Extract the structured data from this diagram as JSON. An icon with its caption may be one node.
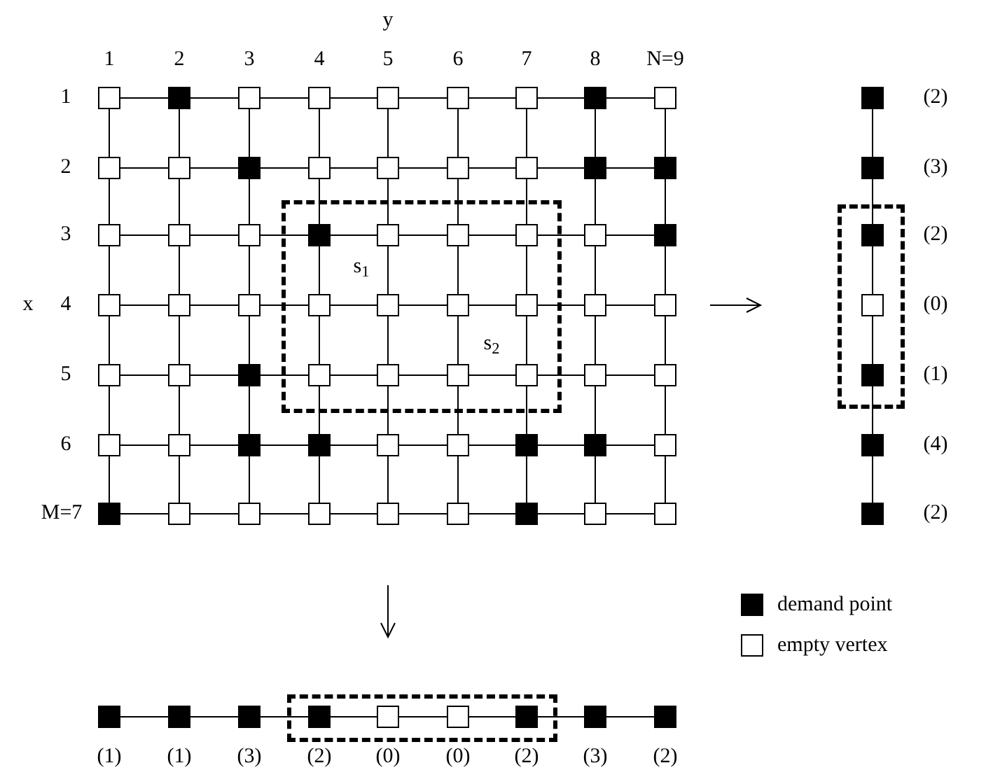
{
  "diagram": {
    "nodes": [
      {
        "text": [],
        "shape": "frame"
      },
      {
        "text": [],
        "shape": "box"
      },
      {
        "text": [],
        "shape": "block"
      },
      {
        "text": [],
        "shape": "box"
      },
      {
        "text": [],
        "shape": "box"
      },
      {
        "text": [],
        "shape": "box"
      },
      {
        "text": [],
        "shape": "box"
      },
      {
        "text": [],
        "shape": "box"
      },
      {
        "text": [],
        "shape": "block"
      },
      {
        "text": [],
        "shape": "box"
      },
      {
        "text": [],
        "shape": "box"
      },
      {
        "text": [],
        "shape": "box"
      },
      {
        "text": [],
        "shape": "block"
      },
      {
        "text": [],
        "shape": "box"
      },
      {
        "text": [],
        "shape": "box"
      },
      {
        "text": [],
        "shape": "box"
      },
      {
        "text": [],
        "shape": "box"
      },
      {
        "text": [],
        "shape": "block"
      },
      {
        "text": [],
        "shape": "block"
      },
      {
        "text": [],
        "shape": "box"
      },
      {
        "text": [],
        "shape": "box"
      },
      {
        "text": [],
        "shape": "box"
      },
      {
        "text": [],
        "shape": "block",
        "in": 0
      },
      {
        "text": [],
        "shape": "box",
        "in": 0
      },
      {
        "text": [],
        "shape": "box",
        "in": 0
      },
      {
        "text": [],
        "shape": "box",
        "in": 0
      },
      {
        "text": [],
        "shape": "box"
      },
      {
        "text": [],
        "shape": "block"
      },
      {
        "text": [],
        "shape": "box"
      },
      {
        "text": [],
        "shape": "box"
      },
      {
        "text": [],
        "shape": "box"
      },
      {
        "text": [],
        "shape": "box",
        "in": 0
      },
      {
        "text": [],
        "shape": "box",
        "in": 0
      },
      {
        "text": [],
        "shape": "box",
        "in": 0
      },
      {
        "text": [],
        "shape": "box",
        "in": 0
      },
      {
        "text": [],
        "shape": "box"
      },
      {
        "text": [],
        "shape": "box"
      },
      {
        "text": [],
        "shape": "box"
      },
      {
        "text": [],
        "shape": "box"
      },
      {
        "text": [],
        "shape": "block"
      },
      {
        "text": [],
        "shape": "box",
        "in": 0
      },
      {
        "text": [],
        "shape": "box",
        "in": 0
      },
      {
        "text": [],
        "shape": "box",
        "in": 0
      },
      {
        "text": [],
        "shape": "box",
        "in": 0
      },
      {
        "text": [],
        "shape": "box"
      },
      {
        "text": [],
        "shape": "box"
      },
      {
        "text": [],
        "shape": "box"
      },
      {
        "text": [],
        "shape": "box"
      },
      {
        "text": [],
        "shape": "block"
      },
      {
        "text": [],
        "shape": "block"
      },
      {
        "text": [],
        "shape": "box"
      },
      {
        "text": [],
        "shape": "box"
      },
      {
        "text": [],
        "shape": "block"
      },
      {
        "text": [],
        "shape": "block"
      },
      {
        "text": [],
        "shape": "box"
      },
      {
        "text": [],
        "shape": "block"
      },
      {
        "text": [],
        "shape": "box"
      },
      {
        "text": [],
        "shape": "box"
      },
      {
        "text": [],
        "shape": "box"
      },
      {
        "text": [],
        "shape": "box"
      },
      {
        "text": [],
        "shape": "box"
      },
      {
        "text": [],
        "shape": "block"
      },
      {
        "text": [],
        "shape": "box"
      },
      {
        "text": [],
        "shape": "box"
      },
      {
        "text": [],
        "shape": "frame"
      },
      {
        "text": [],
        "shape": "block"
      },
      {
        "text": [],
        "shape": "block"
      },
      {
        "text": [],
        "shape": "block",
        "in": 64
      },
      {
        "text": [],
        "shape": "box",
        "in": 64
      },
      {
        "text": [],
        "shape": "block",
        "in": 64
      },
      {
        "text": [],
        "shape": "block"
      },
      {
        "text": [],
        "shape": "block"
      },
      {
        "text": [],
        "shape": "frame"
      },
      {
        "text": [],
        "shape": "block"
      },
      {
        "text": [],
        "shape": "block"
      },
      {
        "text": [],
        "shape": "block"
      },
      {
        "text": [],
        "shape": "block",
        "in": 72
      },
      {
        "text": [],
        "shape": "box",
        "in": 72
      },
      {
        "text": [],
        "shape": "box",
        "in": 72
      },
      {
        "text": [],
        "shape": "block",
        "in": 72
      },
      {
        "text": [],
        "shape": "block"
      },
      {
        "text": [],
        "shape": "block"
      }
    ],
    "edges": [
      {
        "from": 1,
        "to": 2,
        "arrow": "none"
      },
      {
        "from": 2,
        "to": 3,
        "arrow": "none"
      },
      {
        "from": 3,
        "to": 4,
        "arrow": "none"
      },
      {
        "from": 4,
        "to": 5,
        "arrow": "none"
      },
      {
        "from": 5,
        "to": 6,
        "arrow": "none"
      },
      {
        "from": 6,
        "to": 7,
        "arrow": "none"
      },
      {
        "from": 7,
        "to": 8,
        "arrow": "none"
      },
      {
        "from": 8,
        "to": 9,
        "arrow": "none"
      },
      {
        "from": 10,
        "to": 11,
        "arrow": "none"
      },
      {
        "from": 11,
        "to": 12,
        "arrow": "none"
      },
      {
        "from": 12,
        "to": 13,
        "arrow": "none"
      },
      {
        "from": 13,
        "to": 14,
        "arrow": "none"
      },
      {
        "from": 14,
        "to": 15,
        "arrow": "none"
      },
      {
        "from": 15,
        "to": 16,
        "arrow": "none"
      },
      {
        "from": 16,
        "to": 17,
        "arrow": "none"
      },
      {
        "from": 17,
        "to": 18,
        "arrow": "none"
      },
      {
        "from": 19,
        "to": 20,
        "arrow": "none"
      },
      {
        "from": 20,
        "to": 21,
        "arrow": "none"
      },
      {
        "from": 21,
        "to": 22,
        "arrow": "none"
      },
      {
        "from": 22,
        "to": 23,
        "arrow": "none"
      },
      {
        "from": 23,
        "to": 24,
        "arrow": "none"
      },
      {
        "from": 24,
        "to": 25,
        "arrow": "none"
      },
      {
        "from": 25,
        "to": 26,
        "arrow": "none"
      },
      {
        "from": 26,
        "to": 27,
        "arrow": "none"
      },
      {
        "from": 28,
        "to": 29,
        "arrow": "none"
      },
      {
        "from": 29,
        "to": 30,
        "arrow": "none"
      },
      {
        "from": 30,
        "to": 31,
        "arrow": "none"
      },
      {
        "from": 31,
        "to": 32,
        "arrow": "none"
      },
      {
        "from": 32,
        "to": 33,
        "arrow": "none"
      },
      {
        "from": 33,
        "to": 34,
        "arrow": "none"
      },
      {
        "from": 34,
        "to": 35,
        "arrow": "none"
      },
      {
        "from": 35,
        "to": 36,
        "arrow": "none"
      },
      {
        "from": 37,
        "to": 38,
        "arrow": "none"
      },
      {
        "from": 38,
        "to": 39,
        "arrow": "none"
      },
      {
        "from": 39,
        "to": 40,
        "arrow": "none"
      },
      {
        "from": 40,
        "to": 41,
        "arrow": "none"
      },
      {
        "from": 41,
        "to": 42,
        "arrow": "none"
      },
      {
        "from": 42,
        "to": 43,
        "arrow": "none"
      },
      {
        "from": 43,
        "to": 44,
        "arrow": "none"
      },
      {
        "from": 44,
        "to": 45,
        "arrow": "none"
      },
      {
        "from": 46,
        "to": 47,
        "arrow": "none"
      },
      {
        "from": 47,
        "to": 48,
        "arrow": "none"
      },
      {
        "from": 48,
        "to": 49,
        "arrow": "none"
      },
      {
        "from": 49,
        "to": 50,
        "arrow": "none"
      },
      {
        "from": 50,
        "to": 51,
        "arrow": "none"
      },
      {
        "from": 51,
        "to": 52,
        "arrow": "none"
      },
      {
        "from": 52,
        "to": 53,
        "arrow": "none"
      },
      {
        "from": 53,
        "to": 54,
        "arrow": "none"
      },
      {
        "from": 55,
        "to": 56,
        "arrow": "none"
      },
      {
        "from": 56,
        "to": 57,
        "arrow": "none"
      },
      {
        "from": 57,
        "to": 58,
        "arrow": "none"
      },
      {
        "from": 58,
        "to": 59,
        "arrow": "none"
      },
      {
        "from": 59,
        "to": 60,
        "arrow": "none"
      },
      {
        "from": 60,
        "to": 61,
        "arrow": "none"
      },
      {
        "from": 61,
        "to": 62,
        "arrow": "none"
      },
      {
        "from": 62,
        "to": 63,
        "arrow": "none"
      },
      {
        "from": 1,
        "to": 10,
        "arrow": "none"
      },
      {
        "from": 2,
        "to": 11,
        "arrow": "none"
      },
      {
        "from": 3,
        "to": 12,
        "arrow": "none"
      },
      {
        "from": 4,
        "to": 13,
        "arrow": "none"
      },
      {
        "from": 5,
        "to": 14,
        "arrow": "none"
      },
      {
        "from": 6,
        "to": 15,
        "arrow": "none"
      },
      {
        "from": 7,
        "to": 16,
        "arrow": "none"
      },
      {
        "from": 8,
        "to": 17,
        "arrow": "none"
      },
      {
        "from": 9,
        "to": 18,
        "arrow": "none"
      },
      {
        "from": 10,
        "to": 19,
        "arrow": "none"
      },
      {
        "from": 11,
        "to": 20,
        "arrow": "none"
      },
      {
        "from": 12,
        "to": 21,
        "arrow": "none"
      },
      {
        "from": 13,
        "to": 22,
        "arrow": "none"
      },
      {
        "from": 14,
        "to": 23,
        "arrow": "none"
      },
      {
        "from": 15,
        "to": 24,
        "arrow": "none"
      },
      {
        "from": 16,
        "to": 25,
        "arrow": "none"
      },
      {
        "from": 17,
        "to": 26,
        "arrow": "none"
      },
      {
        "from": 18,
        "to": 27,
        "arrow": "none"
      },
      {
        "from": 19,
        "to": 28,
        "arrow": "none"
      },
      {
        "from": 20,
        "to": 29,
        "arrow": "none"
      },
      {
        "from": 21,
        "to": 30,
        "arrow": "none"
      },
      {
        "from": 22,
        "to": 31,
        "arrow": "none"
      },
      {
        "from": 23,
        "to": 32,
        "arrow": "none"
      },
      {
        "from": 24,
        "to": 33,
        "arrow": "none"
      },
      {
        "from": 25,
        "to": 34,
        "arrow": "none"
      },
      {
        "from": 26,
        "to": 35,
        "arrow": "none"
      },
      {
        "from": 27,
        "to": 36,
        "arrow": "none"
      },
      {
        "from": 28,
        "to": 37,
        "arrow": "none"
      },
      {
        "from": 29,
        "to": 38,
        "arrow": "none"
      },
      {
        "from": 30,
        "to": 39,
        "arrow": "none"
      },
      {
        "from": 31,
        "to": 40,
        "arrow": "none"
      },
      {
        "from": 32,
        "to": 41,
        "arrow": "none"
      },
      {
        "from": 33,
        "to": 42,
        "arrow": "none"
      },
      {
        "from": 34,
        "to": 43,
        "arrow": "none"
      },
      {
        "from": 35,
        "to": 44,
        "arrow": "none"
      },
      {
        "from": 36,
        "to": 45,
        "arrow": "none"
      },
      {
        "from": 37,
        "to": 46,
        "arrow": "none"
      },
      {
        "from": 38,
        "to": 47,
        "arrow": "none"
      },
      {
        "from": 39,
        "to": 48,
        "arrow": "none"
      },
      {
        "from": 40,
        "to": 49,
        "arrow": "none"
      },
      {
        "from": 41,
        "to": 50,
        "arrow": "none"
      },
      {
        "from": 42,
        "to": 51,
        "arrow": "none"
      },
      {
        "from": 43,
        "to": 52,
        "arrow": "none"
      },
      {
        "from": 44,
        "to": 53,
        "arrow": "none"
      },
      {
        "from": 45,
        "to": 54,
        "arrow": "none"
      },
      {
        "from": 46,
        "to": 55,
        "arrow": "none"
      },
      {
        "from": 47,
        "to": 56,
        "arrow": "none"
      },
      {
        "from": 48,
        "to": 57,
        "arrow": "none"
      },
      {
        "from": 49,
        "to": 58,
        "arrow": "none"
      },
      {
        "from": 50,
        "to": 59,
        "arrow": "none"
      },
      {
        "from": 51,
        "to": 60,
        "arrow": "none"
      },
      {
        "from": 52,
        "to": 61,
        "arrow": "none"
      },
      {
        "from": 53,
        "to": 62,
        "arrow": "none"
      },
      {
        "from": 54,
        "to": 63,
        "arrow": "none"
      },
      {
        "from": 65,
        "to": 66,
        "arrow": "none"
      },
      {
        "from": 66,
        "to": 67,
        "arrow": "none"
      },
      {
        "from": 67,
        "to": 68,
        "arrow": "none"
      },
      {
        "from": 68,
        "to": 69,
        "arrow": "none"
      },
      {
        "from": 69,
        "to": 70,
        "arrow": "none"
      },
      {
        "from": 70,
        "to": 71,
        "arrow": "none"
      },
      {
        "from": 73,
        "to": 74,
        "arrow": "none"
      },
      {
        "from": 74,
        "to": 75,
        "arrow": "none"
      },
      {
        "from": 75,
        "to": 76,
        "arrow": "none"
      },
      {
        "from": 76,
        "to": 77,
        "arrow": "none"
      },
      {
        "from": 77,
        "to": 78,
        "arrow": "none"
      },
      {
        "from": 78,
        "to": 79,
        "arrow": "none"
      },
      {
        "from": 79,
        "to": 80,
        "arrow": "none"
      },
      {
        "from": 80,
        "to": 81,
        "arrow": "none"
      }
    ],
    "labels": [
      "y",
      "1",
      "2",
      "3",
      "4",
      "5",
      "6",
      "7",
      "8",
      "N=9",
      "1",
      "2",
      "3",
      "s$_{1}$",
      "x",
      "4",
      "s$_{2}$",
      "5",
      "6",
      "M=7",
      "(2)",
      "(3)",
      "(2)",
      "(0)",
      "(1)",
      "(4)",
      "(2)",
      "(1)",
      "(1)",
      "(3)",
      "(2)",
      "(0)",
      "(0)",
      "(2)",
      "(3)",
      "(2)"
    ],
    "legend": [
      {
        "text": "demand point",
        "color": "#000000"
      },
      {
        "text": "empty vertex",
        "color": "#ffffff"
      }
    ]
  }
}
